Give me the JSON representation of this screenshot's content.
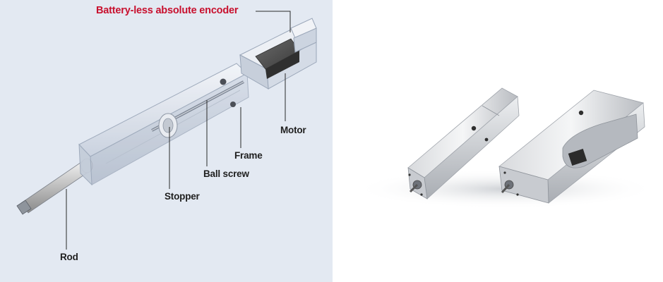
{
  "labels": {
    "encoder": "Battery-less absolute encoder",
    "motor": "Motor",
    "frame": "Frame",
    "ball_screw": "Ball screw",
    "stopper": "Stopper",
    "rod": "Rod"
  },
  "colors": {
    "accent": "#c8102e",
    "panel_background": "#e3e9f2",
    "leader_line": "#2a2a2a"
  }
}
